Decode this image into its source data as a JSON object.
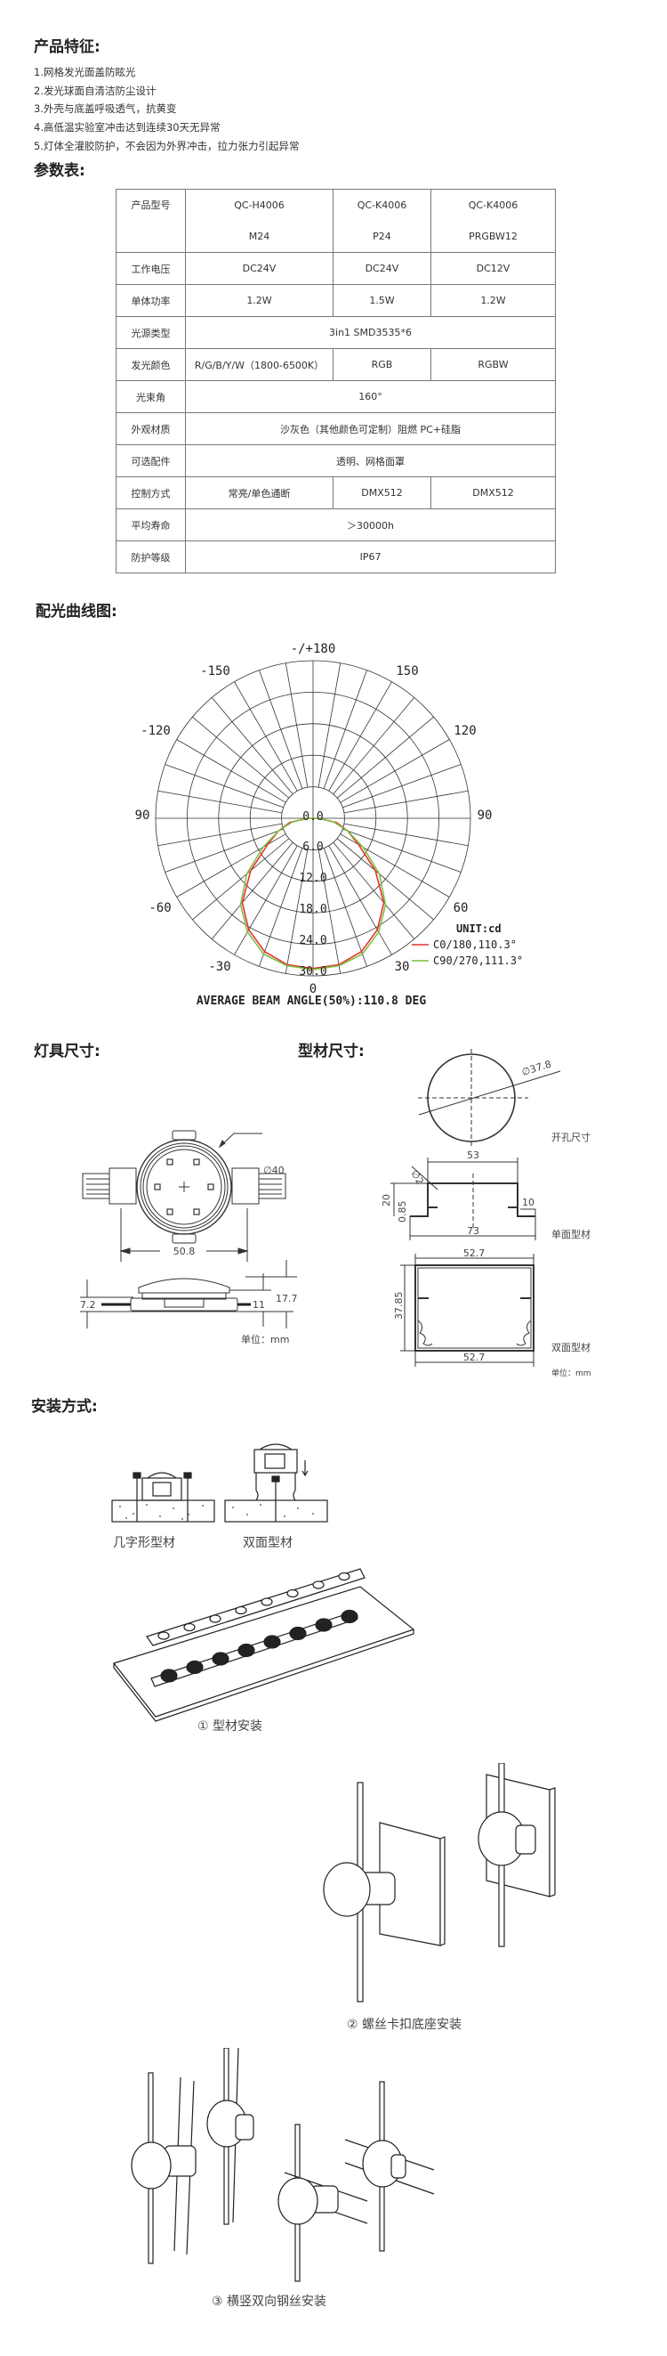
{
  "features": {
    "title": "产品特征:",
    "items": [
      "1.网格发光面盖防眩光",
      "2.发光球面自清洁防尘设计",
      "3.外壳与底盖呼吸透气，抗黄变",
      "4.高低温实验室冲击达到连续30天无异常",
      "5.灯体全灌胶防护，不会因为外界冲击，拉力张力引起异常"
    ]
  },
  "spec": {
    "title": "参数表:",
    "model_label": "产品型号",
    "models": [
      {
        "line1": "QC-H4006",
        "line2": "M24"
      },
      {
        "line1": "QC-K4006",
        "line2": "P24"
      },
      {
        "line1": "QC-K4006",
        "line2": "PRGBW12"
      }
    ],
    "rows": [
      {
        "label": "工作电压",
        "values": [
          "DC24V",
          "DC24V",
          "DC12V"
        ]
      },
      {
        "label": "单体功率",
        "values": [
          "1.2W",
          "1.5W",
          "1.2W"
        ]
      },
      {
        "label": "光源类型",
        "values": [
          "3in1 SMD3535*6"
        ]
      },
      {
        "label": "发光颜色",
        "values": [
          "R/G/B/Y/W（1800-6500K）",
          "RGB",
          "RGBW"
        ]
      },
      {
        "label": "光束角",
        "values": [
          "160°"
        ]
      },
      {
        "label": "外观材质",
        "values": [
          "沙灰色（其他颜色可定制）阻燃 PC+硅脂"
        ]
      },
      {
        "label": "可选配件",
        "values": [
          "透明、网格面罩"
        ]
      },
      {
        "label": "控制方式",
        "values": [
          "常亮/单色通断",
          "DMX512",
          "DMX512"
        ]
      },
      {
        "label": "平均寿命",
        "values": [
          "＞30000h"
        ]
      },
      {
        "label": "防护等级",
        "values": [
          "IP67"
        ]
      }
    ]
  },
  "photometric": {
    "title": "配光曲线图:"
  },
  "chart_data": {
    "type": "polar-line",
    "angle_labels": [
      "-/+180",
      "-150",
      "150",
      "-120",
      "120",
      "90",
      "90",
      "-60",
      "60",
      "-30",
      "30",
      "0"
    ],
    "radial_labels": [
      "0.0",
      "6.0",
      "12.0",
      "18.0",
      "24.0",
      "30.0"
    ],
    "radial_range": [
      0,
      30
    ],
    "angle_step_deg": 10,
    "unit_label": "UNIT:cd",
    "legend_placement": "bottom-right",
    "angles_deg": [
      -90,
      -80,
      -70,
      -60,
      -50,
      -40,
      -30,
      -20,
      -10,
      0,
      10,
      20,
      30,
      40,
      50,
      60,
      70,
      80,
      90
    ],
    "series": [
      {
        "name": "C0/180,110.3°",
        "color": "#e8322f",
        "values": [
          1,
          4.5,
          7,
          10,
          15.5,
          21,
          24.5,
          27,
          28.3,
          28.6,
          28.3,
          27,
          24.5,
          21,
          15.5,
          10,
          7,
          4.5,
          1
        ]
      },
      {
        "name": "C90/270,111.3°",
        "color": "#7cc142",
        "values": [
          1,
          4,
          7,
          11,
          16.5,
          21.5,
          25,
          27.5,
          28.5,
          28.8,
          28.5,
          27.5,
          25,
          21.5,
          16.5,
          11,
          7,
          4,
          1
        ]
      }
    ],
    "footer": "AVERAGE BEAM ANGLE(50%):110.8 DEG"
  },
  "lamp_dims": {
    "title": "灯具尺寸:",
    "diameter": "∅40",
    "width": "50.8",
    "h1": "7.2",
    "h2": "11",
    "h3": "17.7",
    "unit": "单位：mm"
  },
  "profile_dims": {
    "title": "型材尺寸:",
    "hole_diameter": "∅37.8",
    "hole_label": "开孔尺寸",
    "single_top": "53",
    "single_r": "∅2",
    "single_h": "20",
    "single_t": "0.85",
    "single_flange": "10",
    "single_bottom": "73",
    "single_label": "单面型材",
    "double_top": "52.7",
    "double_h": "37.85",
    "double_bottom": "52.7",
    "double_label": "双面型材",
    "unit": "单位：mm"
  },
  "install": {
    "title": "安装方式:",
    "sub_a": "几字形型材",
    "sub_b": "双面型材",
    "method1": "① 型材安装",
    "method2": "② 螺丝卡扣底座安装",
    "method3": "③ 横竖双向钢丝安装"
  }
}
